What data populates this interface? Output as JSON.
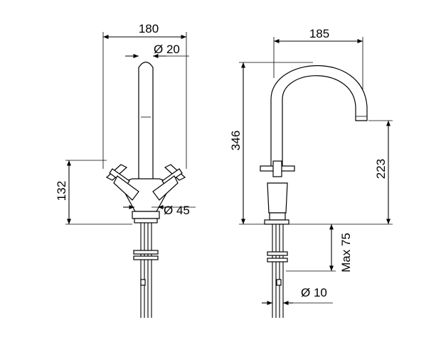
{
  "front_view": {
    "width_label": "180",
    "spout_diameter_label": "Ø 20",
    "height_label": "132",
    "base_diameter_label": "Ø 45"
  },
  "side_view": {
    "reach_label": "185",
    "total_height_label": "346",
    "outlet_height_label": "223",
    "max_deck_label": "Max 75",
    "hose_diameter_label": "Ø 10"
  }
}
